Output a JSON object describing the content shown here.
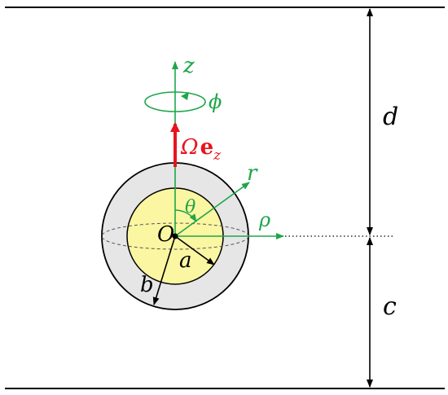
{
  "labels": {
    "z": "z",
    "phi": "ϕ",
    "omega": "Ω",
    "e_bold": "e",
    "e_sub": "z",
    "r": "r",
    "theta": "θ",
    "rho": "ρ",
    "origin": "O",
    "a": "a",
    "b": "b",
    "d": "d",
    "c": "c"
  },
  "colors": {
    "black": "#000000",
    "green": "#1ea64a",
    "red": "#e8141c",
    "outer_shell": "#e6e6e6",
    "inner_core": "#fbf6a1"
  }
}
